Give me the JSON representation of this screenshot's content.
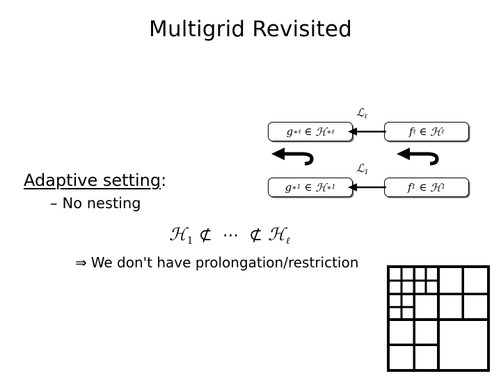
{
  "slide": {
    "title": "Multigrid Revisited",
    "background_color": "#ffffff",
    "text_color": "#000000"
  },
  "left_block": {
    "heading_underlined": "Adaptive setting",
    "heading_suffix": ":",
    "bullet_dash": "–",
    "bullet_text": "No nesting"
  },
  "formulas": {
    "nesting": {
      "left_space": "ℋ",
      "left_sub": "1",
      "not_subset": "⊄",
      "ellipsis": "⋯",
      "right_space": "ℋ",
      "right_sub": "ℓ",
      "plain": "ℋ₁ ⊄ ⋯ ⊄ ℋₗ"
    },
    "conclusion": {
      "implies": "⇒",
      "text": "We don't have prolongation/restriction"
    }
  },
  "diagram": {
    "boxes": [
      {
        "id": "g-ell",
        "lhs": "g",
        "lhs_sup": "∗",
        "lhs_sub": "ℓ",
        "member": "∈",
        "rhs": "ℋ",
        "rhs_sup": "∗",
        "rhs_sub": "ℓ",
        "plain": "g*_ℓ ∈ ℋ*_ℓ"
      },
      {
        "id": "f-ell",
        "lhs": "f",
        "lhs_sup": "",
        "lhs_sub": "ℓ",
        "member": "∈",
        "rhs": "ℋ",
        "rhs_sup": "",
        "rhs_sub": "ℓ",
        "plain": "f_ℓ ∈ ℋ_ℓ"
      },
      {
        "id": "g-one",
        "lhs": "g",
        "lhs_sup": "∗",
        "lhs_sub": "1",
        "member": "∈",
        "rhs": "ℋ",
        "rhs_sup": "∗",
        "rhs_sub": "1",
        "plain": "g*_1 ∈ ℋ*_1"
      },
      {
        "id": "f-one",
        "lhs": "f",
        "lhs_sup": "",
        "lhs_sub": "1",
        "member": "∈",
        "rhs": "ℋ",
        "rhs_sup": "",
        "rhs_sub": "1",
        "plain": "f_1 ∈ ℋ_1"
      }
    ],
    "operator_labels": [
      {
        "id": "L-ell",
        "symbol": "ℒ",
        "sub": "ℓ",
        "plain": "L_ℓ"
      },
      {
        "id": "L-one",
        "symbol": "ℒ",
        "sub": "1",
        "plain": "L_1"
      }
    ],
    "arrow_direction": "right-to-left",
    "curved_arrows": 2
  },
  "mesh": {
    "description": "adaptive quadtree refined mesh",
    "line_color": "#000000",
    "fill_color": "#ffffff",
    "outer_size": 148,
    "levels": 3
  }
}
